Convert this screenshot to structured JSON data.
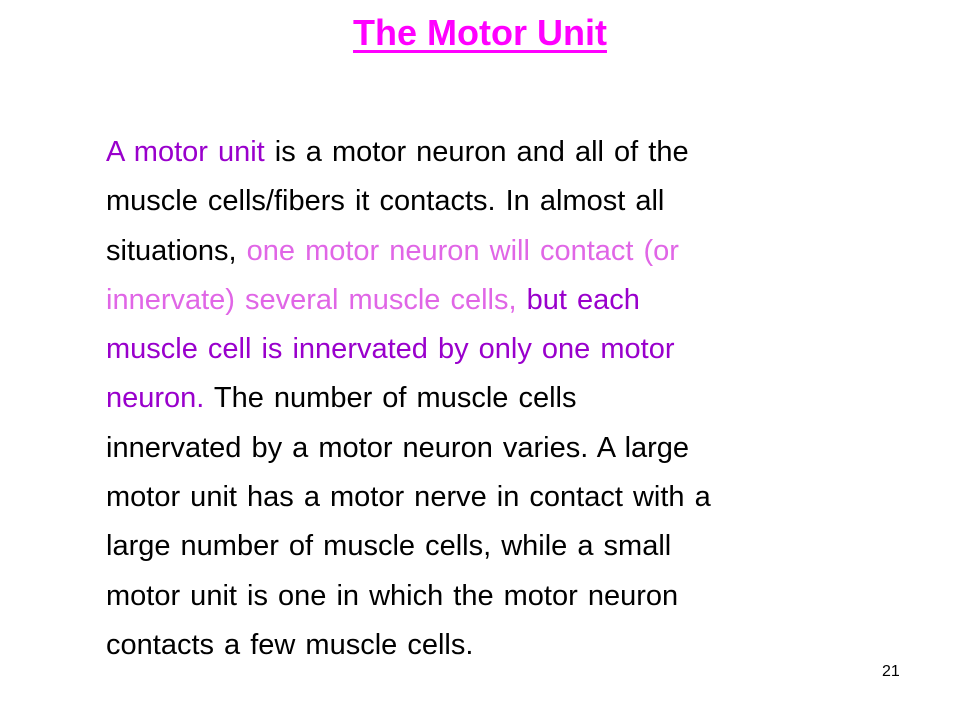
{
  "slide": {
    "title": "The Motor Unit",
    "lines": [
      [
        {
          "text": "A motor unit",
          "style": "purple"
        },
        {
          "text": " is a motor neuron and all of the",
          "style": "black"
        }
      ],
      [
        {
          "text": "muscle cells/fibers it contacts. In almost all",
          "style": "black"
        }
      ],
      [
        {
          "text": "situations, ",
          "style": "black"
        },
        {
          "text": "one motor neuron will contact (or",
          "style": "pink"
        }
      ],
      [
        {
          "text": "innervate) several muscle cells, ",
          "style": "pink"
        },
        {
          "text": "but each",
          "style": "purple"
        }
      ],
      [
        {
          "text": "muscle cell is innervated by only one motor",
          "style": "purple"
        }
      ],
      [
        {
          "text": "neuron.",
          "style": "purple"
        },
        {
          "text": " The number of muscle cells",
          "style": "black"
        }
      ],
      [
        {
          "text": "innervated by a motor neuron varies. A large",
          "style": "black"
        }
      ],
      [
        {
          "text": "motor unit has a motor nerve in contact with a",
          "style": "black"
        }
      ],
      [
        {
          "text": "large number of muscle cells, while a small",
          "style": "black"
        }
      ],
      [
        {
          "text": "motor unit is one in which the motor neuron",
          "style": "black"
        }
      ],
      [
        {
          "text": "contacts a few muscle cells.",
          "style": "black"
        }
      ]
    ],
    "page_number": "21"
  },
  "colors": {
    "title": "#ff00ff",
    "purple": "#9900cc",
    "pink": "#e066e6",
    "black": "#000000",
    "background": "#ffffff"
  }
}
